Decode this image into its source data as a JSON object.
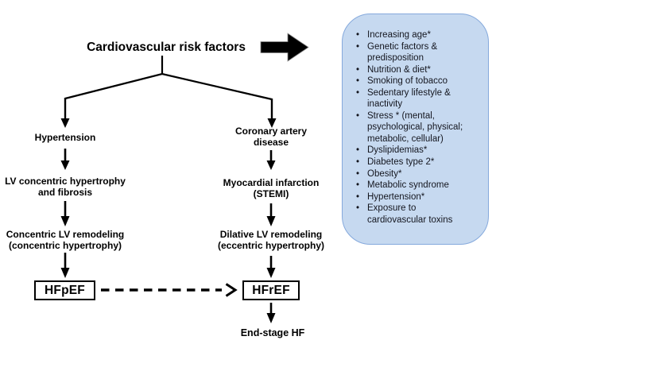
{
  "title": "Cardiovascular risk factors",
  "colors": {
    "risk_box_fill": "#c6d9f0",
    "risk_box_border": "#85a9dc",
    "line_color": "#000000"
  },
  "flowchart": {
    "left_branch": {
      "node1": "Hypertension",
      "node2": "LV concentric hypertrophy\nand fibrosis",
      "node3": "Concentric LV remodeling\n(concentric hypertrophy)",
      "outcome": "HFpEF"
    },
    "right_branch": {
      "node1": "Coronary artery\ndisease",
      "node2": "Myocardial infarction\n(STEMI)",
      "node3": "Dilative LV remodeling\n(eccentric hypertrophy)",
      "outcome": "HFrEF",
      "terminal": "End-stage HF"
    }
  },
  "risk_factors": {
    "items": [
      "Increasing age*",
      "Genetic factors &\npredisposition",
      "Nutrition & diet*",
      "Smoking of tobacco",
      "Sedentary lifestyle &\ninactivity",
      "Stress * (mental,\npsychological, physical;\nmetabolic, cellular)",
      "Dyslipidemias*",
      "Diabetes type 2*",
      "Obesity*",
      "Metabolic syndrome",
      "Hypertension*",
      "Exposure to\ncardiovascular toxins"
    ]
  }
}
